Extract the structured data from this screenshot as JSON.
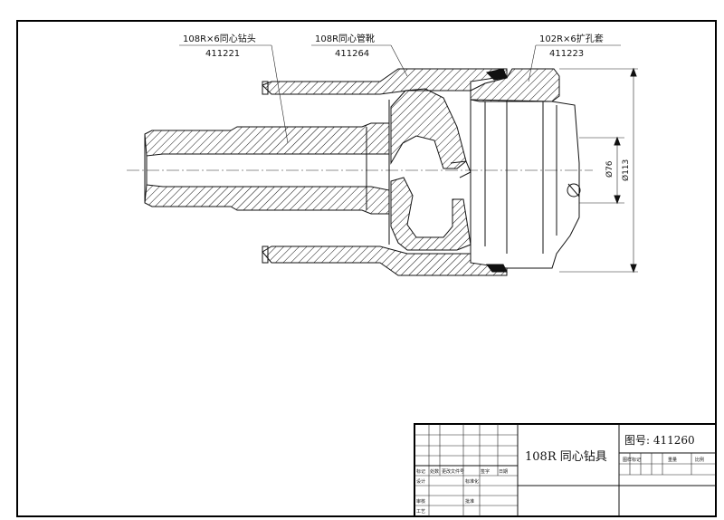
{
  "labels": {
    "drill_bit": {
      "name": "108R×6同心钻头",
      "code": "411221"
    },
    "casing_shoe": {
      "name": "108R同心管靴",
      "code": "411264"
    },
    "reamer_sleeve": {
      "name": "102R×6扩孔套",
      "code": "411223"
    }
  },
  "dimensions": {
    "inner_dia": "Ø76",
    "outer_dia": "Ø113"
  },
  "title_block": {
    "drawing_title": "108R 同心钻具",
    "drawing_no": "图号: 411260",
    "cells": {
      "c1": "标记",
      "c2": "处数",
      "c3": "更改文件号",
      "c4": "签字",
      "c5": "日期",
      "design": "设计",
      "standard": "标准化",
      "check": "审核",
      "tech": "工艺",
      "approve": "批准",
      "stage_mark": "图样标记",
      "weight": "重量",
      "scale": "比例"
    }
  },
  "colors": {
    "line": "#111111",
    "background": "#ffffff"
  }
}
